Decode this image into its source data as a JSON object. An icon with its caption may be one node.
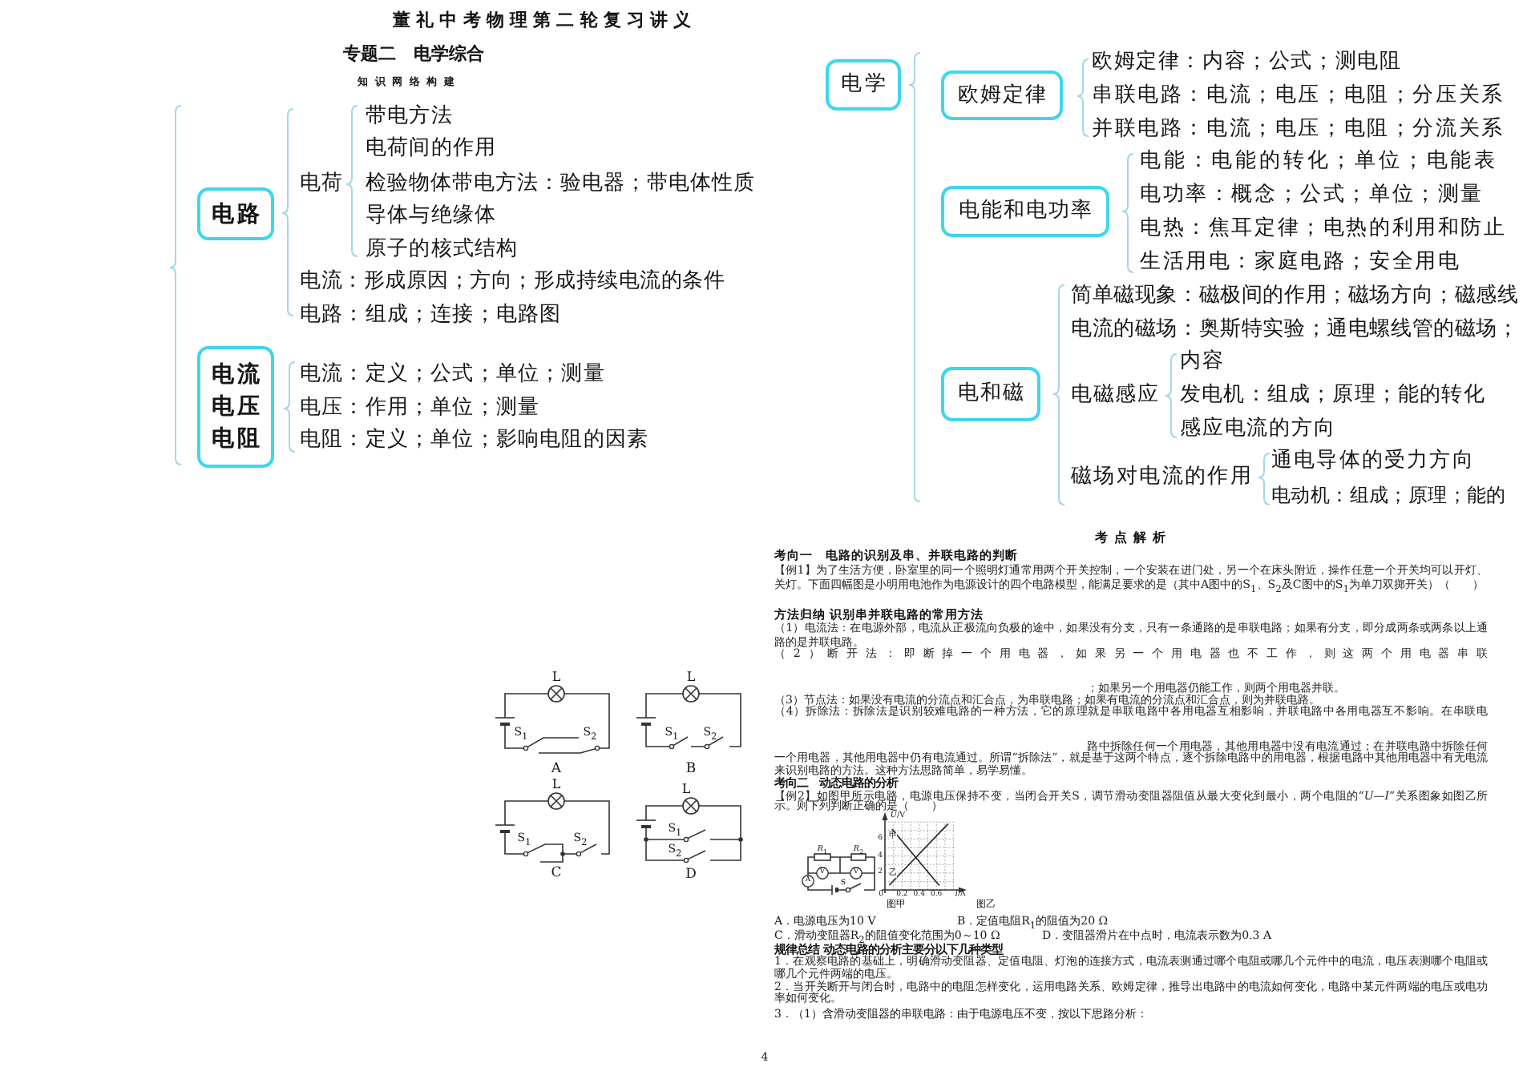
{
  "diagram": {
    "title": "专题二　电学综合",
    "nodes": [
      {
        "text": [
          "电路"
        ]
      },
      {
        "text": [
          "电流",
          "电压",
          "电阻"
        ]
      },
      {
        "text": [
          "电学"
        ]
      },
      {
        "text": [
          "欧姆定律"
        ]
      },
      {
        "text": [
          "电能和电功率"
        ]
      },
      {
        "text": [
          "电和磁"
        ]
      }
    ],
    "labels": [
      "董礼中考物理第二轮复习讲义",
      "知识网络构建",
      "电荷",
      "带电方法",
      "电荷间的作用",
      "检验物体带电方法：验电器；带电体性质",
      "导体与绝缘体",
      "原子的核式结构",
      "电流：形成原因；方向；形成持续电流的条件",
      "电路：组成；连接；电路图",
      "电流：定义；公式；单位；测量",
      "电压：作用；单位；测量",
      "电阻：定义；单位；影响电阻的因素",
      "L",
      "S$_{1}$",
      "S$_{2}$",
      "A",
      "L",
      "S$_{1}$",
      "S$_{2}$",
      "B",
      "L",
      "S$_{1}$",
      "S$_{2}$",
      "C",
      "L",
      "S$_{1}$",
      "S$_{2}$",
      "D",
      "欧姆定律：内容；公式；测电阻",
      "串联电路：电流；电压；电阻；分压关系",
      "并联电路：电流；电压；电阻；分流关系",
      "电能：电能的转化；单位；电能表",
      "电功率：概念；公式；单位；测量",
      "电热：焦耳定律；电热的利用和防止",
      "生活用电：家庭电路；安全用电",
      "简单磁现象：磁极间的作用；磁场方向；磁感线",
      "电流的磁场：奥斯特实验；通电螺线管的磁场；",
      "电磁感应",
      "内容",
      "发电机：组成；原理；能的转化",
      "感应电流的方向",
      "磁场对电流的作用",
      "通电导体的受力方向",
      "电动机：组成；原理；能的",
      "考点解析",
      "考向一　电路的识别及串、并联电路的判断",
      "【例1】为了生活方便，卧室里的同一个照明灯通常用两个开关控制，一个安装在进门处，另一个在床头附近，操作任意一个开关均可以开灯、关灯。下面四幅图是小明用电池作为电源设计的四个电路模型，能满足要求的是（其中A图中的S$_{1}$、S$_{2}$及C图中的S$_{1}$为单刀双掷开关）（　　）",
      "方法归纳 识别串并联电路的常用方法",
      "（1）电流法：在电源外部，电流从正极流向负极的途中，如果没有分支，只有一条通路的是串联电路；如果有分支，即分成两条或两条以上通路的是并联电路。",
      "（2）断开法：即断掉一个用电器，如果另一个用电器也不工作，则这两个用电器串联；如果另一个用电器仍能工作，则两个用电器并联。",
      "（3）节点法：如果没有电流的分流点和汇合点，为串联电路；如果有电流的分流点和汇合点，则为并联电路。",
      "（4）拆除法：拆除法是识别较难电路的一种方法，它的原理就是串联电路中各用电器互相影响，并联电路中各用电器互不影响。在串联电路中拆除任何一个用电器，其他用电器中没有电流通过；在并联电路中拆除任何一个用电器，其他用电器中仍有电流通过。所谓“拆除法”，就是基于这两个特点，逐个拆除电路中的用电器，根据电路中其他用电器中有无电流来识别电路的方法。这种方法思路简单，易学易懂。",
      "考向二　动态电路的分析",
      "【例2】如图甲所示电路，电源电压保持不变，当闭合开关S，调节滑动变阻器阻值从最大变化到最小，两个电阻的“*U*—*I*”关系图象如图乙所示。则下列判断正确的是（　　）",
      "*R*$_{1}$",
      "*R*$_{2}$",
      "V",
      "V",
      "A",
      "S",
      "*U*/V",
      "6",
      "4",
      "2",
      "0",
      "0.2",
      "0.4",
      "0.6",
      "*I*/A",
      "甲",
      "乙",
      "图甲",
      "图乙",
      "A．电源电压为10 V",
      "B．定值电阻R$_{1}$的阻值为20 Ω",
      "C．滑动变阻器R$_{2}$的阻值变化范围为0～10 Ω",
      "D．变阻器滑片在中点时，电流表示数为0.3 A",
      "规律总结 动态电路的分析主要分以下几种类型",
      "1．在观察电路的基础上，明确滑动变阻器、定值电阻、灯泡的连接方式，电流表测通过哪个电阻或哪几个元件中的电流，电压表测哪个电阻或哪几个元件两端的电压。",
      "2．当开关断开与闭合时，电路中的电阻怎样变化，运用电路关系、欧姆定律，推导出电路中的电流如何变化，电路中某元件两端的电压或电功率如何变化。",
      "3．（1）含滑动变阻器的串联电路：由于电源电压不变，按以下思路分析：",
      "4"
    ]
  }
}
